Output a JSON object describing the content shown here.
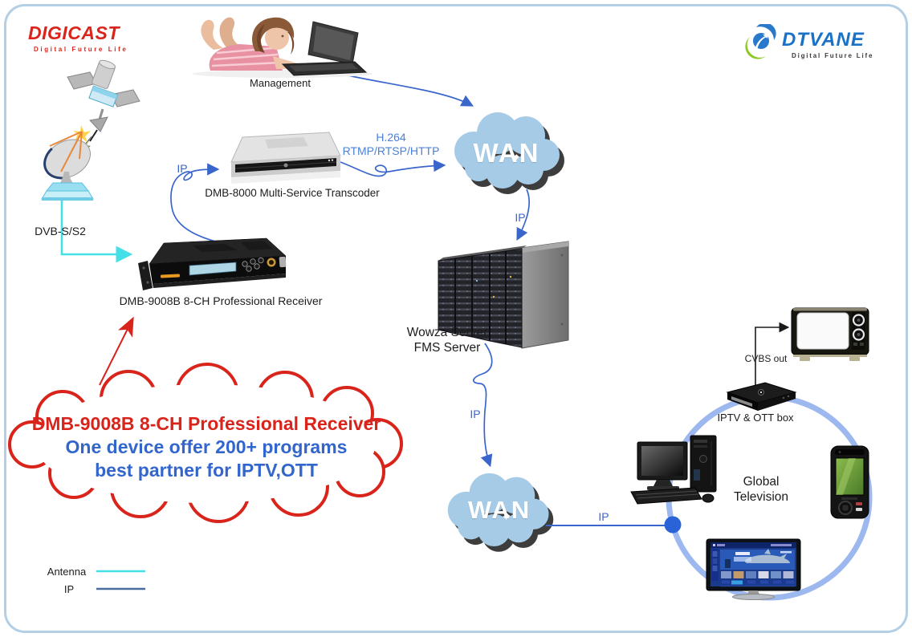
{
  "logos": {
    "digicast": {
      "name": "DIGICAST",
      "tagline": "Digital Future Life"
    },
    "dtvane": {
      "name": "DTVANE",
      "tagline": "Digital Future Life"
    }
  },
  "labels": {
    "management": "Management",
    "dvb": "DVB-S/S2",
    "transcoder": "DMB-8000 Multi-Service Transcoder",
    "receiver": "DMB-9008B 8-CH Professional Receiver",
    "wan1": "WAN",
    "wan2": "WAN",
    "server1": "Wowza Server",
    "server2": "FMS Server",
    "ott_box": "IPTV & OTT box",
    "cvbs": "CVBS out",
    "global1": "Global",
    "global2": "Television"
  },
  "connections": {
    "h264_1": "H.264",
    "h264_2": "RTMP/RTSP/HTTP",
    "ip_receiver_transcoder": "IP",
    "ip_wan_server": "IP",
    "ip_server_wan": "IP",
    "ip_wan_clients": "IP"
  },
  "callout": {
    "line1": "DMB-9008B 8-CH Professional Receiver",
    "line2": "One device offer 200+ programs",
    "line3": "best partner for IPTV,OTT"
  },
  "legend": {
    "antenna": "Antenna",
    "ip": "IP"
  },
  "colors": {
    "brand_red": "#d9251c",
    "brand_blue": "#1a72c8",
    "line_blue": "#3a66cc",
    "h264_blue": "#4a80d8",
    "antenna_cyan": "#45dfe8",
    "legend_ip_blue": "#4a6b9d",
    "cloud_fill": "#a6cbe7",
    "cloud_shadow": "#3d3d3d",
    "ring_blue": "#9cb8ee",
    "callout_red": "#d9241c",
    "callout_blue": "#3366cc"
  }
}
